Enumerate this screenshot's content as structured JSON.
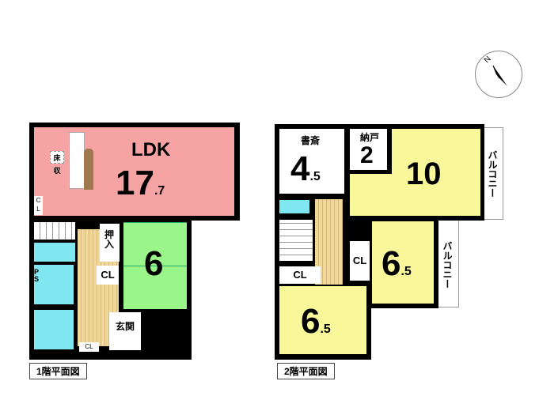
{
  "floor1": {
    "caption": "1階平面図",
    "ldk": {
      "name": "LDK",
      "size_main": "17",
      "size_dec": ".7"
    },
    "floor_storage": "床収",
    "cl_ldk": "C L",
    "oshiire": "押入",
    "tatami": {
      "size": "6"
    },
    "cl_hall": "CL",
    "ps": "P S",
    "genkan": "玄関",
    "cl_entry": "CL"
  },
  "floor2": {
    "caption": "2階平面図",
    "study": {
      "name": "書斎",
      "size_main": "4",
      "size_dec": ".5"
    },
    "nando": {
      "name": "納戸",
      "size": "2"
    },
    "master": {
      "size": "10"
    },
    "room_right": {
      "size_main": "6",
      "size_dec": ".5"
    },
    "room_bottom": {
      "size_main": "6",
      "size_dec": ".5"
    },
    "cl_left": "CL",
    "cl_mid": "CL",
    "balcony1": "バルコニー",
    "balcony2": "バルコニー"
  },
  "compass": {
    "label": "N"
  }
}
